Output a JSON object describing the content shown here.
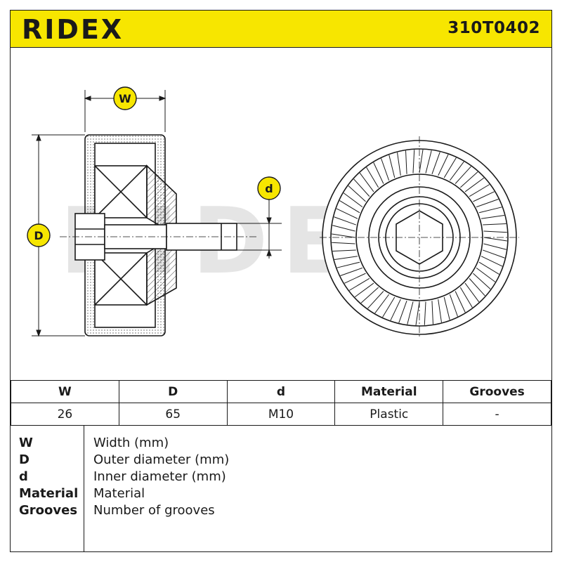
{
  "brand": "RIDEX",
  "part_number": "310T0402",
  "dimension_labels": {
    "w": "W",
    "d_outer": "D",
    "d_inner": "d"
  },
  "specs": {
    "headers": [
      "W",
      "D",
      "d",
      "Material",
      "Grooves"
    ],
    "values": [
      "26",
      "65",
      "M10",
      "Plastic",
      "-"
    ]
  },
  "legend": [
    {
      "key": "W",
      "desc": "Width (mm)"
    },
    {
      "key": "D",
      "desc": "Outer diameter (mm)"
    },
    {
      "key": "d",
      "desc": "Inner diameter (mm)"
    },
    {
      "key": "Material",
      "desc": "Material"
    },
    {
      "key": "Grooves",
      "desc": "Number of grooves"
    }
  ],
  "colors": {
    "accent": "#f7e600",
    "ink": "#1a1a1a"
  }
}
